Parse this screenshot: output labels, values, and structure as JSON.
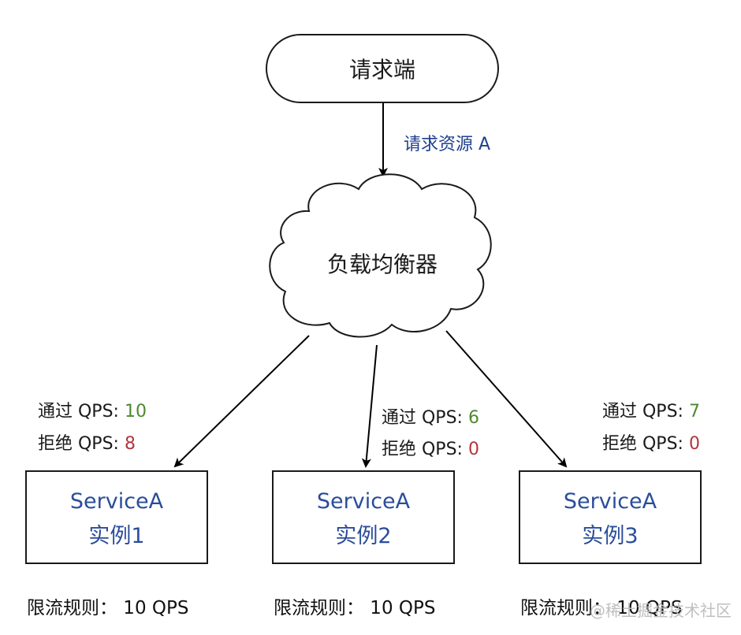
{
  "client": {
    "label": "请求端"
  },
  "request_edge": {
    "label": "请求资源 A"
  },
  "load_balancer": {
    "label": "负载均衡器"
  },
  "instances": [
    {
      "service": "ServiceA",
      "instance": "实例1",
      "pass_key": "通过 QPS: ",
      "pass_value": "10",
      "reject_key": "拒绝 QPS: ",
      "reject_value": "8",
      "rule": "限流规则： 10 QPS"
    },
    {
      "service": "ServiceA",
      "instance": "实例2",
      "pass_key": "通过 QPS: ",
      "pass_value": "6",
      "reject_key": "拒绝 QPS: ",
      "reject_value": "0",
      "rule": "限流规则： 10 QPS"
    },
    {
      "service": "ServiceA",
      "instance": "实例3",
      "pass_key": "通过 QPS: ",
      "pass_value": "7",
      "reject_key": "拒绝 QPS: ",
      "reject_value": "0",
      "rule": "限流规则： 10 QPS"
    }
  ],
  "watermark": "@稀土掘金技术社区",
  "colors": {
    "pass": "#4c8a2e",
    "reject": "#b3363b",
    "service_text": "#2a4d9a",
    "edge_label": "#1f3f8f"
  }
}
